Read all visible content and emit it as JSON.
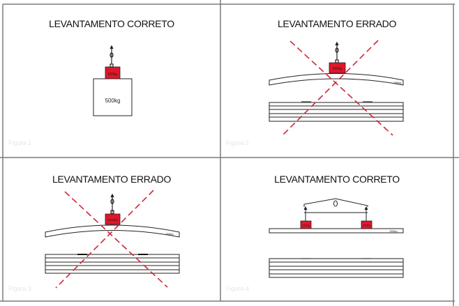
{
  "colors": {
    "magnet": "#e0162b",
    "cross": "#d02438",
    "border": "#7a7a7a",
    "line": "#333333"
  },
  "panels": [
    {
      "id": "top-left",
      "title": "LEVANTAMENTO CORRETO",
      "status": "correct",
      "magnet_label": "500kg",
      "load_label": "500kg",
      "watermark": "Figura 1"
    },
    {
      "id": "top-right",
      "title": "LEVANTAMENTO ERRADO",
      "status": "wrong",
      "magnet_label": "500kg",
      "load_label": "500kg",
      "watermark": "Figura 2"
    },
    {
      "id": "bottom-left",
      "title": "LEVANTAMENTO ERRADO",
      "status": "wrong",
      "magnet_label": "2000kg",
      "load_label": "500kg",
      "watermark": "Figura 3"
    },
    {
      "id": "bottom-right",
      "title": "LEVANTAMENTO CORRETO",
      "status": "correct",
      "magnet_left_label": "250kg",
      "magnet_right_label": "250kg",
      "load_label": "500kg",
      "watermark": "Figura 4"
    }
  ]
}
